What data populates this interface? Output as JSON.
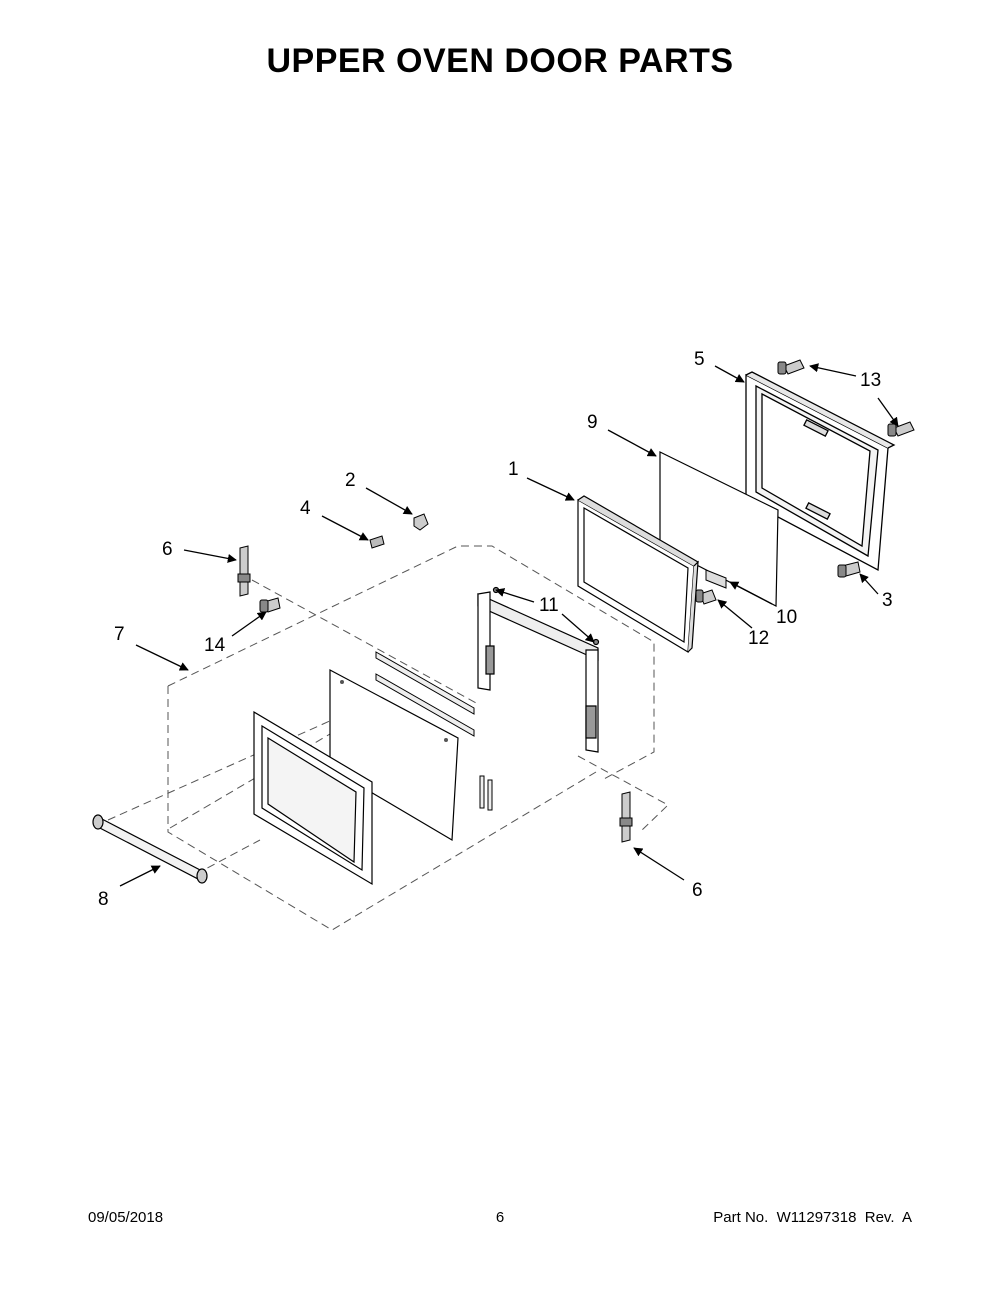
{
  "title": "UPPER OVEN DOOR PARTS",
  "footer": {
    "date": "09/05/2018",
    "page": "6",
    "part_number": "Part No.  W11297318  Rev.  A"
  },
  "callouts": {
    "c1": "1",
    "c2": "2",
    "c3": "3",
    "c4": "4",
    "c5": "5",
    "c6a": "6",
    "c6b": "6",
    "c7": "7",
    "c8": "8",
    "c9": "9",
    "c10": "10",
    "c11": "11",
    "c12": "12",
    "c13": "13",
    "c14": "14"
  }
}
